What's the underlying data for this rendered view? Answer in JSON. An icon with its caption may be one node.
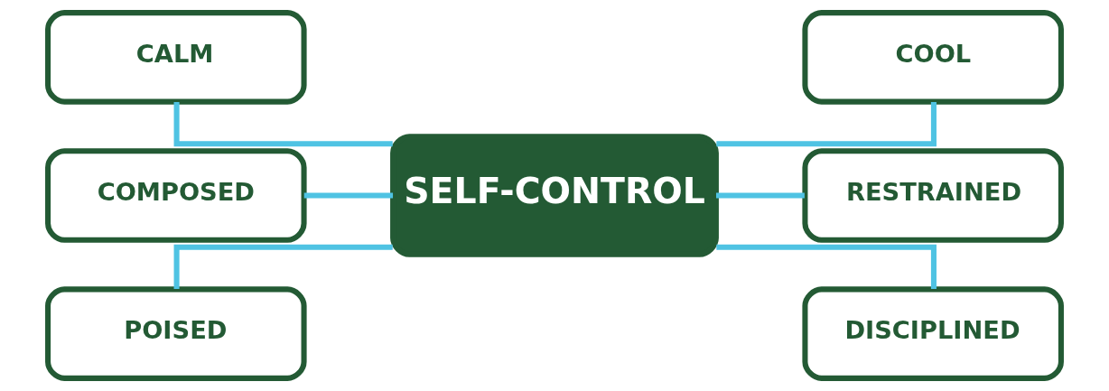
{
  "diagram": {
    "nodes": [
      {
        "text": [
          "CALM"
        ]
      },
      {
        "text": [
          "COOL"
        ]
      },
      {
        "text": [
          "COMPOSED"
        ]
      },
      {
        "text": [
          "SELF-CONTROL"
        ]
      },
      {
        "text": [
          "RESTRAINED"
        ]
      },
      {
        "text": [
          "POISED"
        ]
      },
      {
        "text": [
          "DISCIPLINED"
        ]
      }
    ],
    "edges": [
      {
        "from": 0,
        "to": 3,
        "arrow": "none"
      },
      {
        "from": 3,
        "to": 1,
        "arrow": "none"
      },
      {
        "from": 2,
        "to": 3,
        "arrow": "none"
      },
      {
        "from": 3,
        "to": 4,
        "arrow": "none"
      },
      {
        "from": 5,
        "to": 3,
        "arrow": "none"
      },
      {
        "from": 3,
        "to": 6,
        "arrow": "none"
      }
    ]
  }
}
